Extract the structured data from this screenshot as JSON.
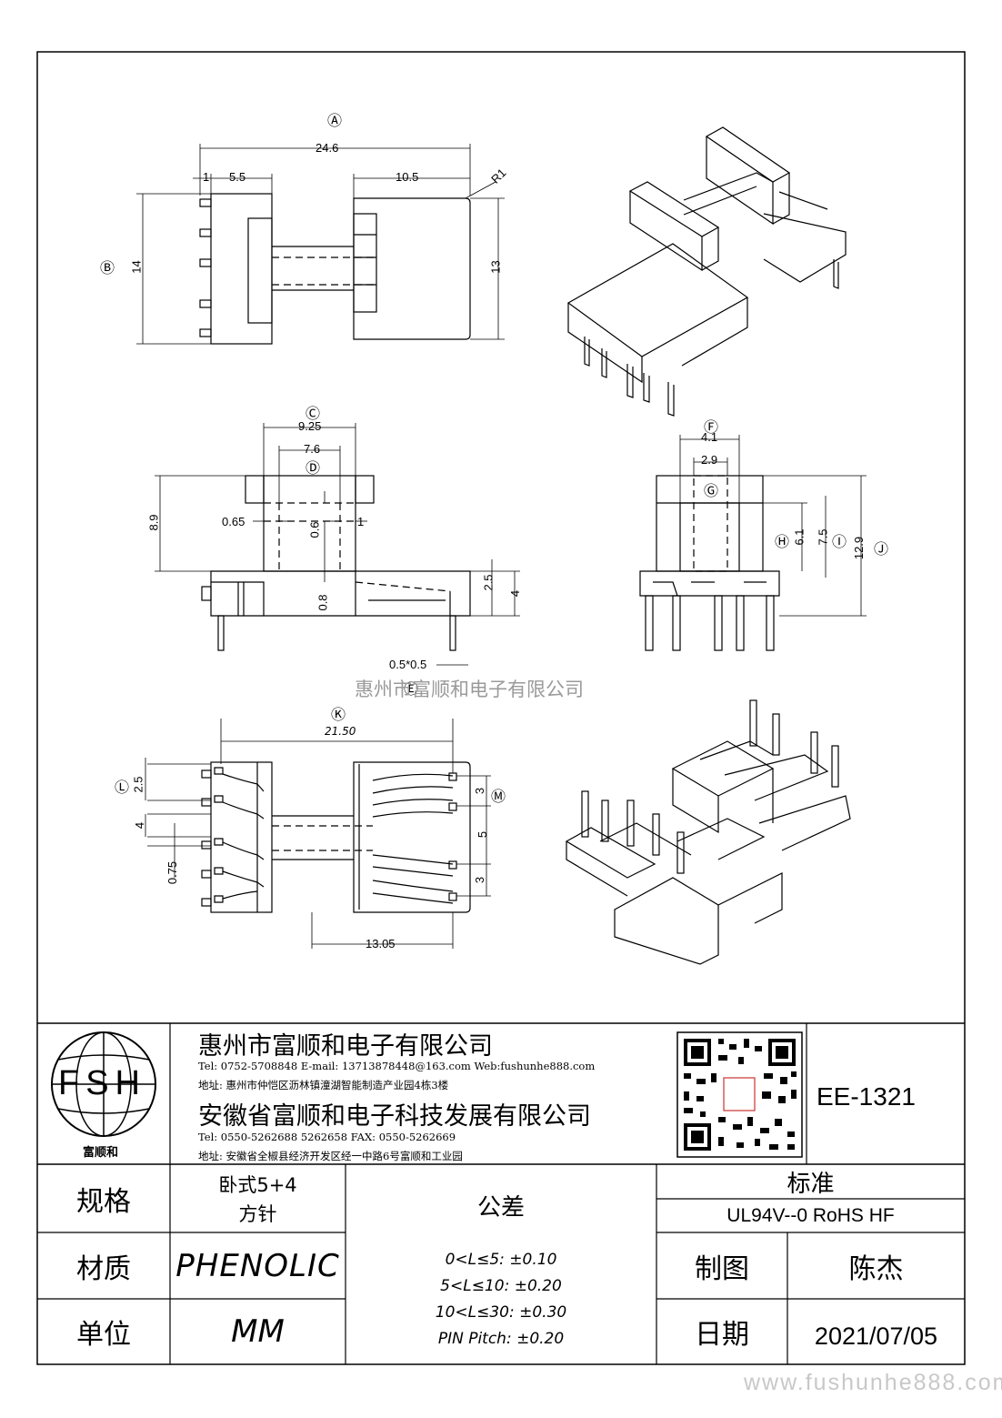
{
  "drawing": {
    "views": {
      "top": {
        "callouts": {
          "A": "Ⓐ",
          "B": "Ⓑ"
        },
        "dims": {
          "overall_length": "24.6",
          "pin_offset": "1",
          "slot_width": "5.5",
          "right_width": "10.5",
          "radius": "R1",
          "height": "14",
          "right_height": "13"
        }
      },
      "front": {
        "callouts": {
          "C": "Ⓒ",
          "D": "Ⓓ",
          "E": "Ⓔ"
        },
        "dims": {
          "outer": "9.25",
          "inner": "7.6",
          "height": "8.9",
          "wall_left": "0.65",
          "gap": "0.6",
          "wall_right": "1",
          "base": "0.8",
          "step": "2.5",
          "total": "4",
          "pin": "0.5*0.5"
        }
      },
      "side": {
        "callouts": {
          "F": "Ⓕ",
          "G": "Ⓖ",
          "H": "Ⓗ",
          "I": "Ⓘ",
          "J": "Ⓙ"
        },
        "dims": {
          "outer": "4.1",
          "inner": "2.9",
          "h1": "6.1",
          "h2": "7.5",
          "h3": "12.9"
        }
      },
      "bottom": {
        "callouts": {
          "K": "Ⓚ",
          "L": "Ⓛ",
          "M": "Ⓜ"
        },
        "dims": {
          "span": "21.50",
          "pitch_left": "2.5",
          "gap_left": "4",
          "pin_w": "0.75",
          "pitch_right_a": "3",
          "pitch_right_b": "5",
          "pitch_right_c": "3",
          "row_distance": "13.05"
        }
      }
    },
    "watermark": "惠州市富顺和电子有限公司"
  },
  "titleblock": {
    "logo": {
      "letters": "FSH",
      "name": "富顺和"
    },
    "company1": {
      "name": "惠州市富顺和电子有限公司",
      "contact": "Tel: 0752-5708848  E-mail: 13713878448@163.com  Web:fushunhe888.com",
      "address": "地址: 惠州市仲恺区沥林镇潼湖智能制造产业园4栋3楼"
    },
    "company2": {
      "name": "安徽省富顺和电子科技发展有限公司",
      "contact": "Tel:  0550-5262688  5262658      FAX: 0550-5262669",
      "address": "地址: 安徽省全椒县经济开发区经一中路6号富顺和工业园"
    },
    "part_number": "EE-1321",
    "spec_label": "规格",
    "spec_value_1": "卧式5+4",
    "spec_value_2": "方针",
    "material_label": "材质",
    "material_value": "PHENOLIC",
    "unit_label": "单位",
    "unit_value": "MM",
    "tolerance_label": "公差",
    "tolerances": [
      "0<L≤5: ±0.10",
      "5<L≤10: ±0.20",
      "10<L≤30: ±0.30",
      "PIN Pitch: ±0.20"
    ],
    "standard_label": "标准",
    "standard_value": "UL94V--0  RoHS HF",
    "drawn_label": "制图",
    "drawn_value": "陈杰",
    "date_label": "日期",
    "date_value": "2021/07/05"
  },
  "footer_url": "www.fushunhe888.com"
}
